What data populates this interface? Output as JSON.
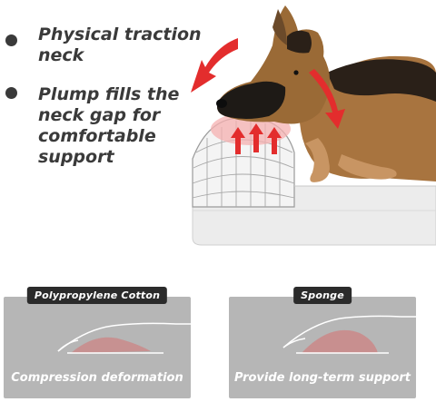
{
  "features": [
    {
      "text": "Physical traction\nneck"
    },
    {
      "text": "Plump fills the\nneck gap for\ncomfortable\nsupport"
    }
  ],
  "panels": [
    {
      "tag": "Polypropylene Cotton",
      "caption": "Compression deformation"
    },
    {
      "tag": "Sponge",
      "caption": "Provide long-term support"
    }
  ],
  "illustration": {
    "subject": "german-shepherd-on-bolster-bed",
    "arrow_color": "#e32d2d",
    "bed_color": "#ececec"
  }
}
